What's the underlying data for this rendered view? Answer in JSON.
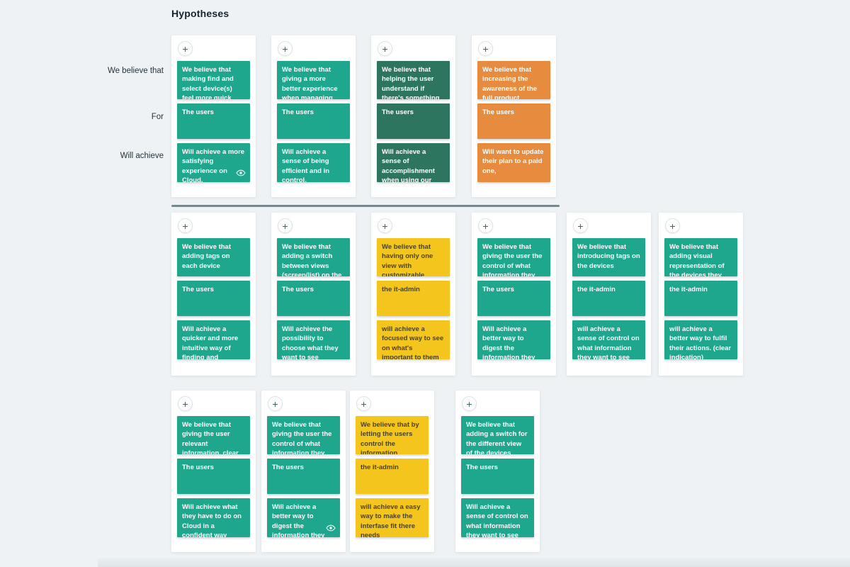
{
  "title": "Hypotheses",
  "row_labels": [
    "We believe that",
    "For",
    "Will achieve"
  ],
  "add_button_label": "+",
  "palette": {
    "teal": "#1ea78d",
    "green": "#2e7560",
    "orange": "#e78b3e",
    "yellow": "#f3c51d",
    "yellow_text": "#4a441c",
    "background": "#eef2f4",
    "divider": "#6e8d93",
    "card": "#ffffff"
  },
  "groups": [
    {
      "columns": [
        {
          "color": "teal",
          "believe": "We believe that making find and select device(s) feel more quick and intuitive",
          "for": "The users",
          "achieve": "Will achieve a more satisfying experience on Cloud.",
          "eye": true
        },
        {
          "color": "teal",
          "believe": "We believe that giving a more better experience when managing one or multiple devices",
          "for": "The users",
          "achieve": "Will achieve a sense of being efficient and in control.",
          "eye": false
        },
        {
          "color": "green",
          "believe": "We believe that helping the user understand if there's something that requires their attention",
          "for": "The users",
          "achieve": "Will achieve a sense of accomplishment when using our product,",
          "eye": false
        },
        {
          "color": "orange",
          "believe": "We believe that increasing the awareness of the full product offerings",
          "for": "The users",
          "achieve": "Will want to update their plan to a paid one,",
          "eye": false
        }
      ]
    },
    {
      "columns": [
        {
          "color": "teal",
          "believe": "We believe that adding tags on each device",
          "for": "The users",
          "achieve": "Will achieve a quicker and more intuitive way of finding and selecting the device.",
          "eye": false
        },
        {
          "color": "teal",
          "believe": "We believe that adding a switch between views (screen/list) on the devices",
          "for": "The users",
          "achieve": "Will achieve the possibility to choose what they want to see",
          "eye": false
        },
        {
          "color": "yellow",
          "believe": "We believe that having only one view with customizable properties that based on wh...",
          "for": "the it-admin",
          "achieve": "will achieve a focused way to see on what's important to them",
          "eye": false
        },
        {
          "color": "teal",
          "believe": "We believe that giving the user the control of what information they want to see (tags, filt...",
          "for": "The users",
          "achieve": "Will achieve a better way to digest the information they need.",
          "eye": false
        },
        {
          "color": "teal",
          "believe": "We believe that introducing tags on the devices",
          "for": "the it-admin",
          "achieve": "will achieve a sense of control on what information they want to see and how. (organise)",
          "eye": false
        },
        {
          "color": "teal",
          "believe": "We believe that adding visual representation of the devices they have selected",
          "for": "the it-admin",
          "achieve": "will achieve a better way to fulfil their actions. (clear indication)",
          "eye": false
        }
      ]
    },
    {
      "columns": [
        {
          "color": "teal",
          "believe": "We believe that giving the user relevant information, clear messages",
          "for": "The users",
          "achieve": "Will achieve what they have to do on Cloud in a confident way",
          "eye": false
        },
        {
          "color": "teal",
          "believe": "We believe that giving the user the control of what information they want to see (tags, filt...",
          "for": "The users",
          "achieve": "Will achieve a better way to digest the information they need.",
          "eye": true
        },
        {
          "color": "yellow",
          "believe": "We believe that by letting the users control the information displayed on...",
          "for": "the it-admin",
          "achieve": "will achieve a easy way to make the interfase fit there needs",
          "eye": false
        },
        {
          "color": "teal",
          "believe": "We believe that adding a switch for the different view of the devices",
          "for": "The users",
          "achieve": "Will achieve a sense of control on what information they want to see and how.",
          "eye": false
        }
      ]
    }
  ]
}
